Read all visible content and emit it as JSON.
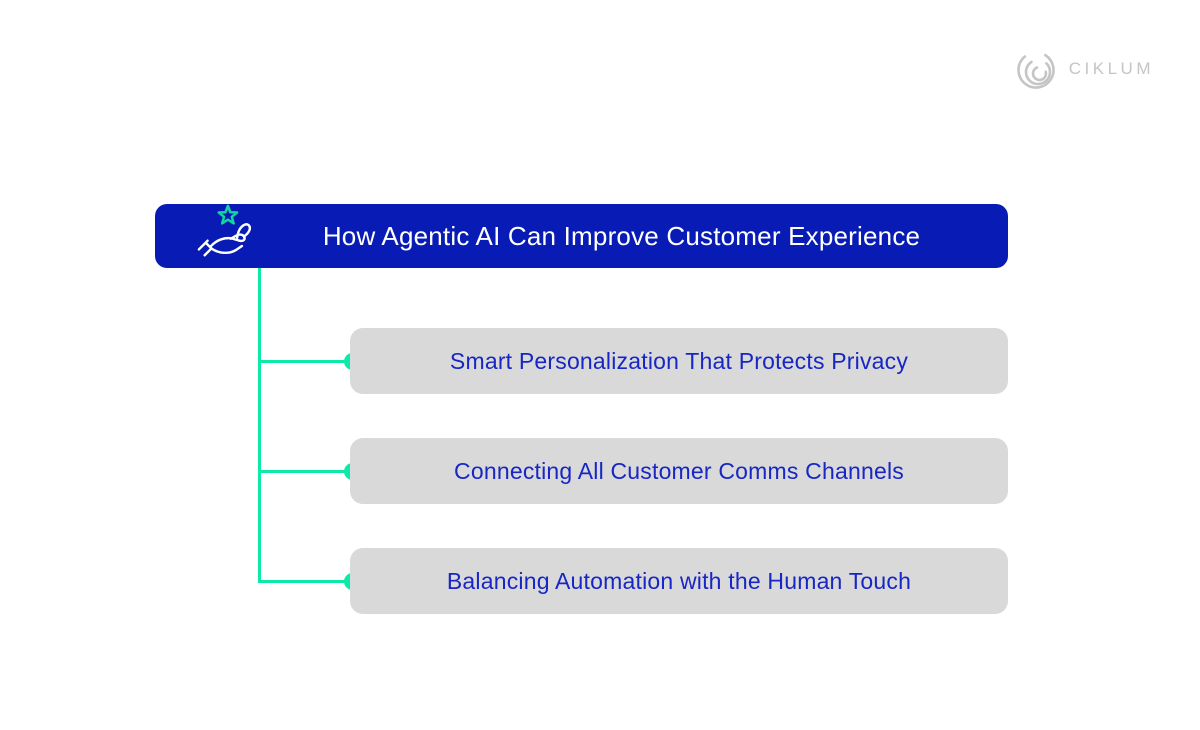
{
  "page": {
    "background_color": "#ffffff"
  },
  "logo": {
    "text": "CIKLUM",
    "color": "#c5c5c5",
    "mark_icon": "ciklum-arcs-logo"
  },
  "header": {
    "title": "How Agentic AI Can Improve Customer Experience",
    "bg_color": "#081cb5",
    "text_color": "#ffffff",
    "icon": "hand-holding-star-icon",
    "icon_star_color": "#12d6a0",
    "icon_hand_color": "#ffffff"
  },
  "connector": {
    "color": "#0ce9a8",
    "style": "vertical trunk with three branches ending in dots"
  },
  "items": [
    {
      "label": "Smart Personalization That Protects Privacy"
    },
    {
      "label": "Connecting All Customer Comms Channels"
    },
    {
      "label": "Balancing Automation with the Human Touch"
    }
  ],
  "item_style": {
    "bg_color": "#d9d9d9",
    "text_color": "#1726c4"
  }
}
